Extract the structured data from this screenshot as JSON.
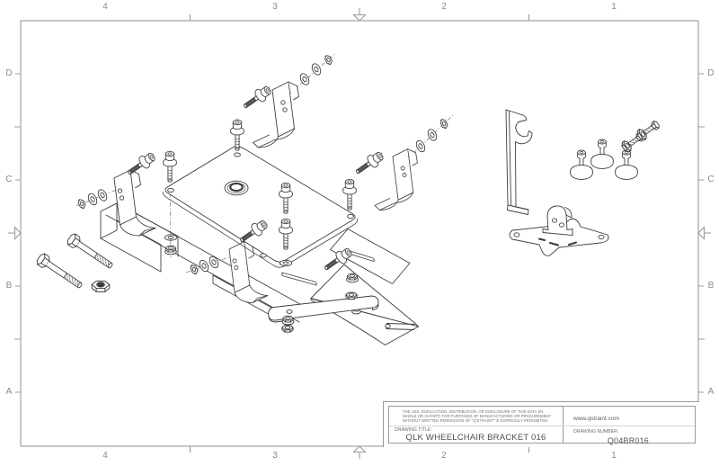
{
  "drawing": {
    "grid": {
      "cols": [
        "4",
        "3",
        "2",
        "1"
      ],
      "rows": [
        "D",
        "C",
        "B",
        "A"
      ]
    },
    "title_block": {
      "legal_line1": "THE USE, DUPLICATION, DISTRIBUTION, OR DISCLOSURE OF THIS DATA (IN",
      "legal_line2": "WHOLE OR IN PART) FOR PURPOSES OF MANUFACTURING OR PROCUREMENT",
      "legal_line3": "WITHOUT WRITTEN PERMISSION OF \"Q'STRAINT\" IS EXPRESSLY PROHIBITED.",
      "website": "www.qstraint.com",
      "title_label": "DRAWING TITLE:",
      "title": "QLK WHEELCHAIR BRACKET 016",
      "number_label": "DRAWING NUMBER:",
      "number": "Q04BR016"
    },
    "colors": {
      "line": "#3f3f3f",
      "frame": "#9b9b9b",
      "label": "#8a8a8a",
      "dash": "#6a6a6a"
    }
  }
}
